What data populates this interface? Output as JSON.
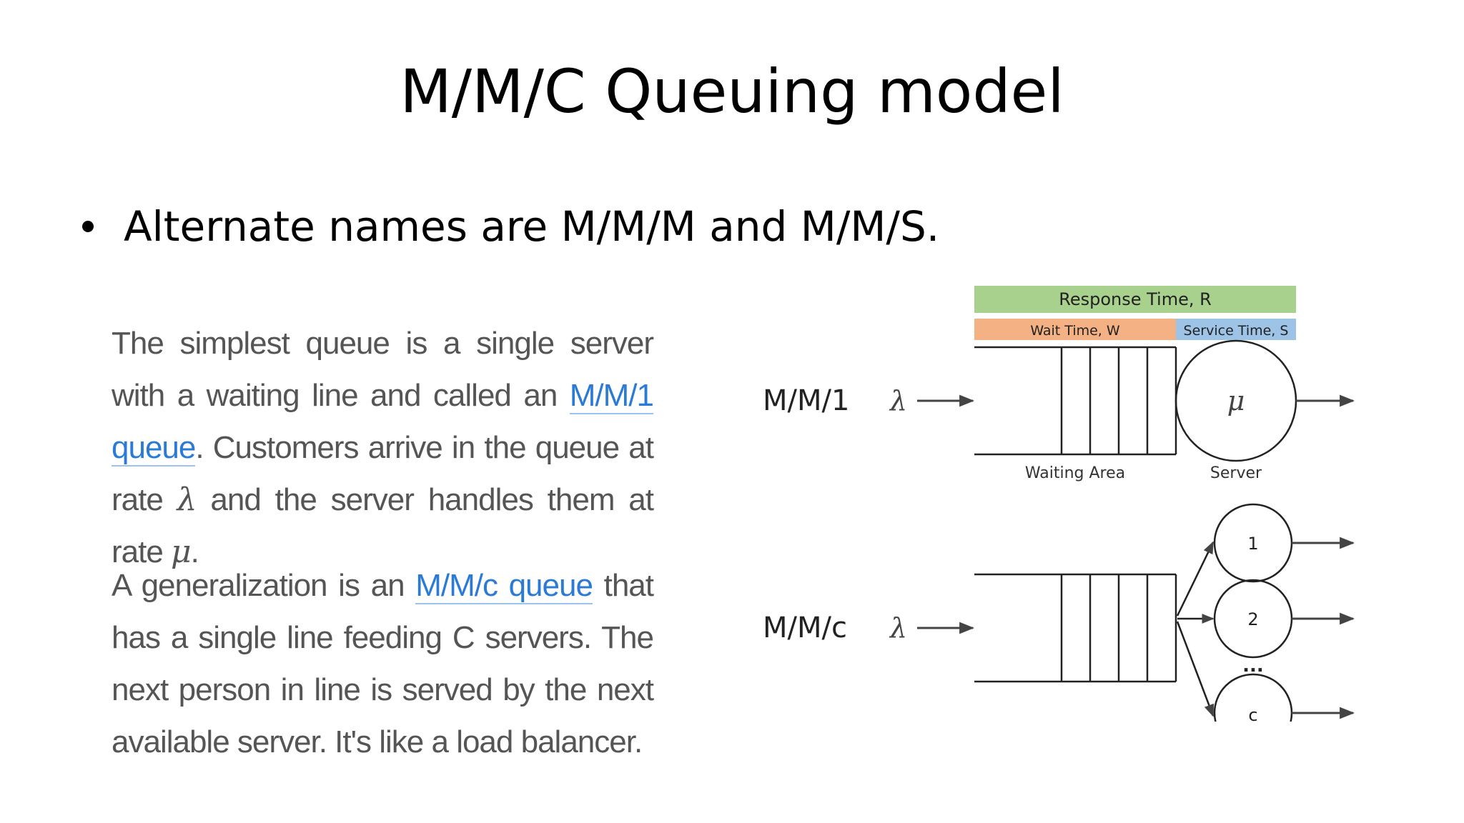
{
  "slide": {
    "title": "M/M/C Queuing model",
    "bullet": "Alternate names are M/M/M and M/M/S."
  },
  "text": {
    "p1": {
      "a": "The simplest queue is a single server with a waiting line and called an ",
      "link": "M/M/1 queue",
      "b": ". Customers arrive in the queue at rate ",
      "lambda": "λ",
      "c": " and the server handles them at rate ",
      "mu": "μ",
      "d": "."
    },
    "p2": {
      "a": "A generalization is an ",
      "link": "M/M/c queue",
      "b": " that has a single line feeding C servers. The next person in line is served by the next available server. It's like a load balancer."
    }
  },
  "diagram": {
    "response_time": "Response Time, R",
    "wait_time": "Wait Time, W",
    "service_time": "Service Time, S",
    "mm1_label": "M/M/1",
    "mmc_label": "M/M/c",
    "lambda": "λ",
    "mu": "μ",
    "waiting_area": "Waiting Area",
    "server": "Server",
    "server_1": "1",
    "server_2": "2",
    "ellipsis": "...",
    "server_c": "c",
    "colors": {
      "response": "#a9d18e",
      "wait": "#f4b183",
      "service": "#9dc3e6",
      "link": "#2b7bd6"
    }
  }
}
